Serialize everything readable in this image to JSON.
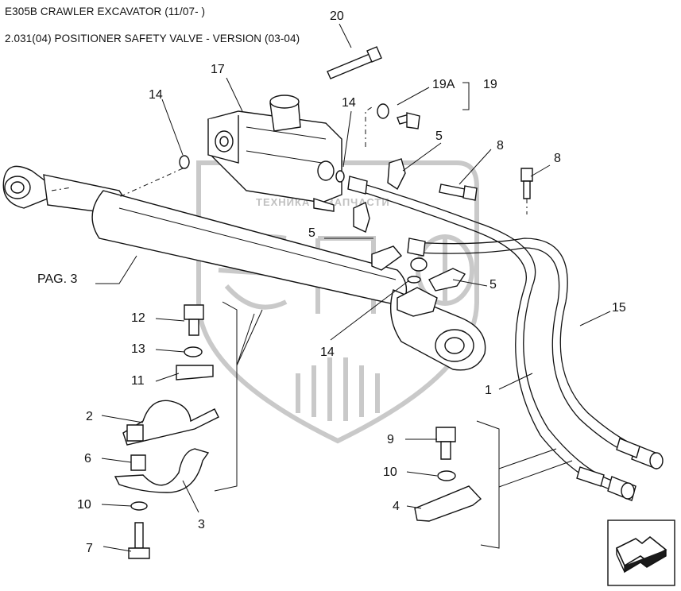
{
  "header": {
    "line1": "E305B CRAWLER EXCAVATOR (11/07- )",
    "line2": "2.031(04) POSITIONER SAFETY VALVE - VERSION (03-04)"
  },
  "labels": {
    "l20": "20",
    "l17": "17",
    "l14a": "14",
    "l14b": "14",
    "l14c": "14",
    "l19a": "19A",
    "l19": "19",
    "l5a": "5",
    "l5b": "5",
    "l5c": "5",
    "l8a": "8",
    "l8b": "8",
    "pag": "PAG. 3",
    "l15": "15",
    "l1": "1",
    "l12": "12",
    "l13": "13",
    "l11": "11",
    "l2": "2",
    "l6": "6",
    "l10a": "10",
    "l7": "7",
    "l3": "3",
    "l9": "9",
    "l10b": "10",
    "l4": "4"
  },
  "watermark": {
    "text": "ТЕХНИКА ✿ ЗАПЧАСТИ"
  },
  "icons": {
    "nav": "next-page-arrow-icon"
  }
}
